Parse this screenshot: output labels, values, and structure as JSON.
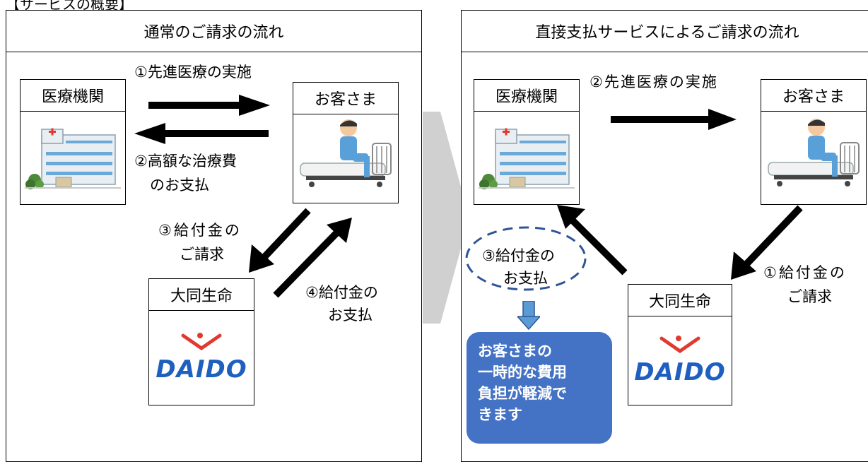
{
  "corner_text": "【サービスの概要】",
  "left_panel": {
    "title": "通常のご請求の流れ",
    "hospital": "医療機関",
    "customer": "お客さま",
    "insurer": "大同生命",
    "insurer_logo": "DAIDO",
    "step1": "①先進医療の実施",
    "step2_line1": "②高額な治療費",
    "step2_line2": "のお支払",
    "step3_line1": "③給付金の",
    "step3_line2": "ご請求",
    "step4_line1": "④給付金の",
    "step4_line2": "お支払"
  },
  "right_panel": {
    "title": "直接支払サービスによるご請求の流れ",
    "hospital": "医療機関",
    "customer": "お客さま",
    "insurer": "大同生命",
    "insurer_logo": "DAIDO",
    "step1_line1": "①給付金の",
    "step1_line2": "ご請求",
    "step2": "②先進医療の実施",
    "step3_line1": "③給付金の",
    "step3_line2": "お支払",
    "benefit_lines": [
      "お客さまの",
      "一時的な費用",
      "負担が軽減で",
      "きます"
    ]
  },
  "colors": {
    "big_arrow": "#d0d0d0",
    "benefit_box": "#4472c4",
    "dashed_ellipse": "#2f5597",
    "logo_red": "#e03a2f",
    "logo_blue": "#1f5fbf"
  }
}
